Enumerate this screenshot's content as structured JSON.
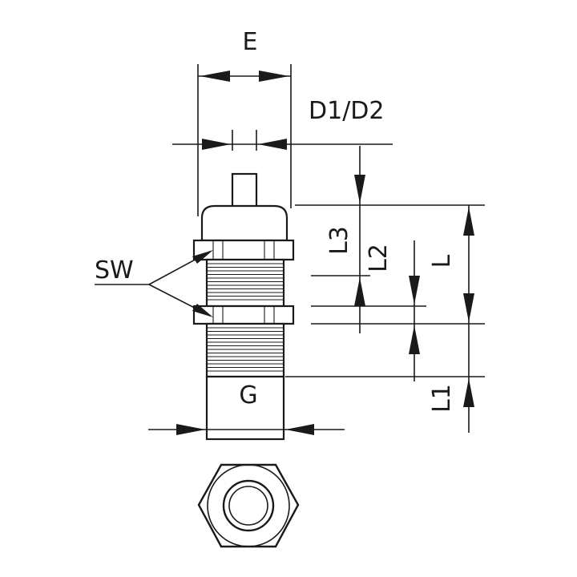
{
  "labels": {
    "E": "E",
    "D": "D1/D2",
    "SW": "SW",
    "L3": "L3",
    "L2": "L2",
    "L": "L",
    "L1": "L1",
    "G": "G"
  }
}
